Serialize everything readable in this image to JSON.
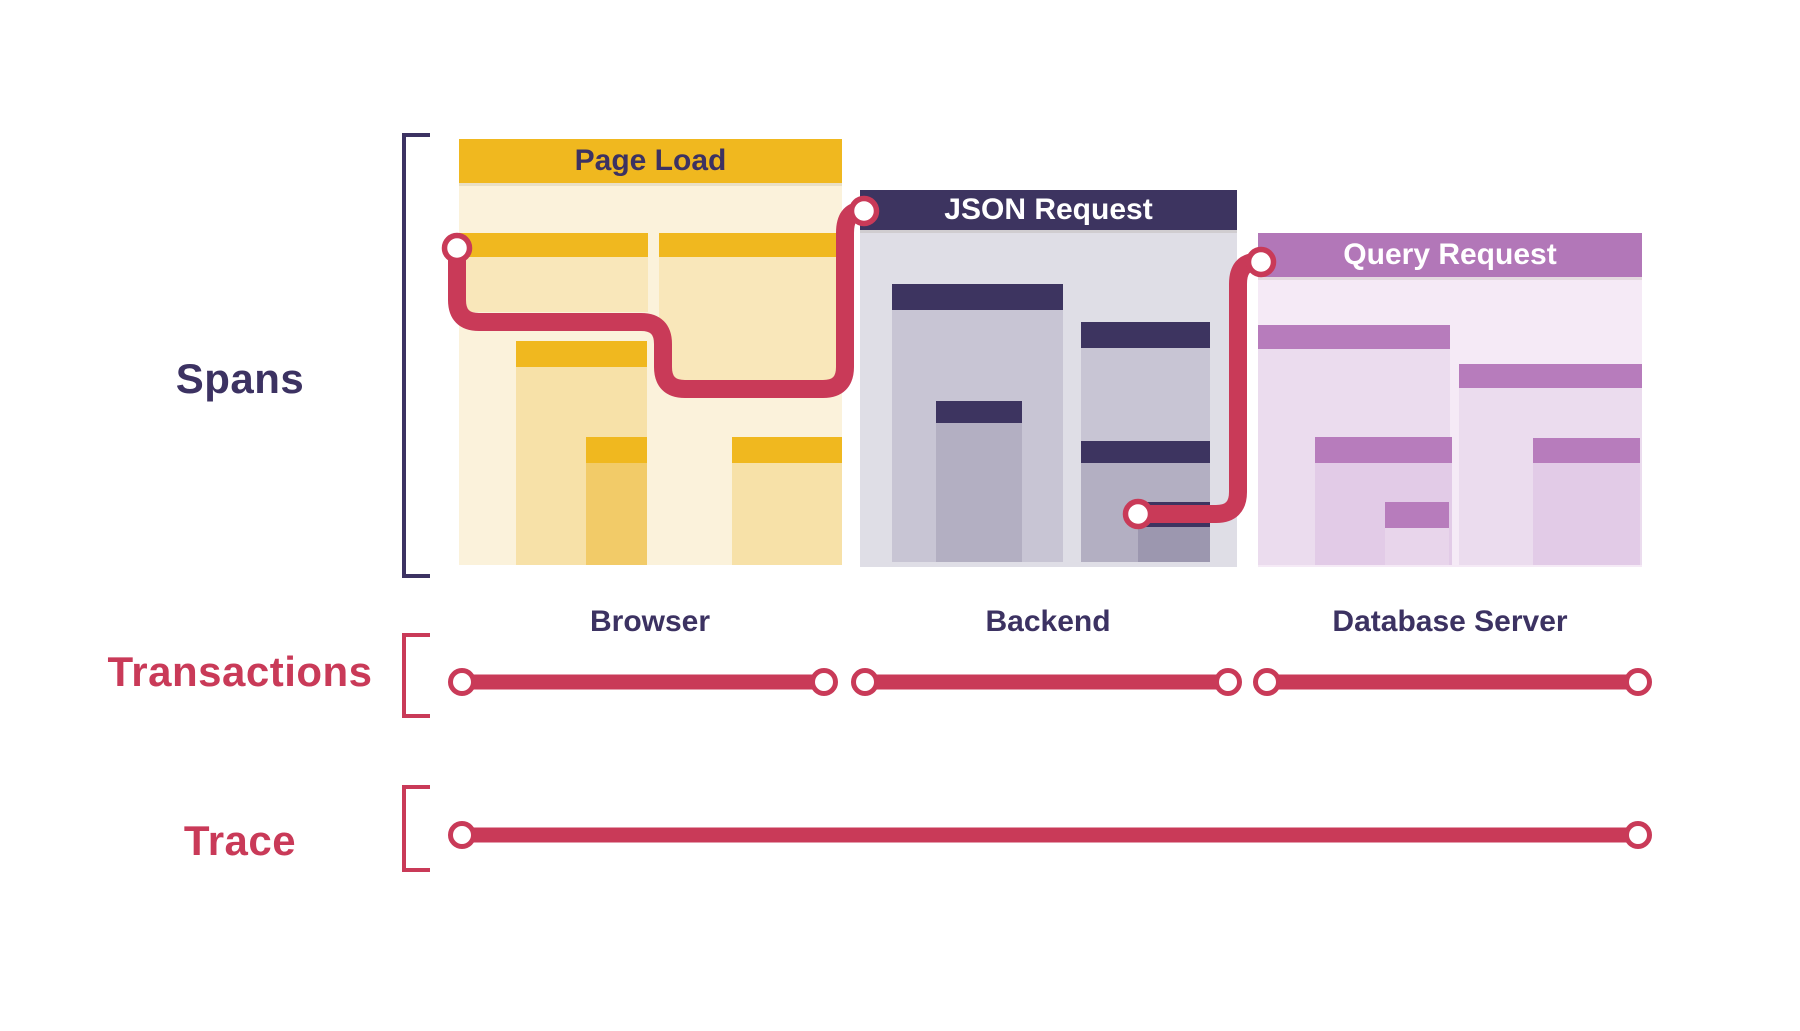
{
  "labels": {
    "spans": "Spans",
    "transactions": "Transactions",
    "trace": "Trace"
  },
  "panels": [
    {
      "title": "Page Load",
      "service": "Browser"
    },
    {
      "title": "JSON Request",
      "service": "Backend"
    },
    {
      "title": "Query Request",
      "service": "Database Server"
    }
  ],
  "colors": {
    "crimson_flow": "#C93A58",
    "navy": "#3C3262",
    "gold_header": "#F0B81F",
    "gold_body": "#FBF2DB",
    "gold_child": "#F9E7BA",
    "gold_deep": "#F2CB68",
    "backend_header": "#3D3460",
    "backend_body": "#DFDEE6",
    "backend_child": "#C8C5D4",
    "backend_deep": "#B3AFC2",
    "backend_deepest": "#9C97AF",
    "db_header": "#B277B8",
    "db_bar": "#B77CBC",
    "db_body": "#F5EAF6",
    "db_child": "#EBDCEE",
    "db_deep": "#E2CBE7"
  }
}
